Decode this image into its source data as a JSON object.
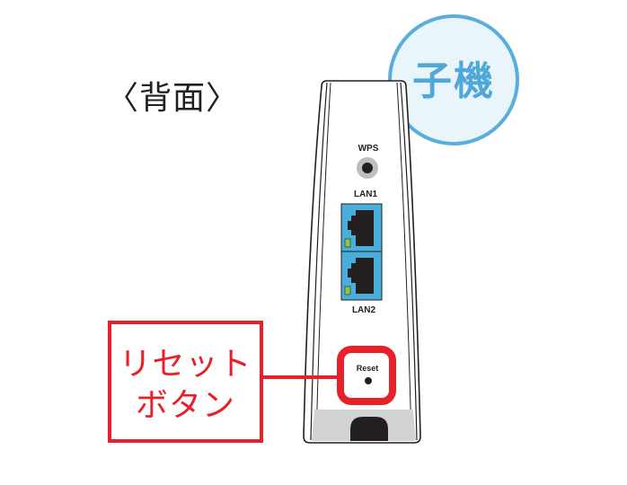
{
  "title": "〈背面〉",
  "badge": {
    "label": "子機",
    "color": "#5aaedb",
    "fill": "#eaf4fb"
  },
  "device": {
    "wps_label": "WPS",
    "lan1_label": "LAN1",
    "lan2_label": "LAN2",
    "reset_label": "Reset",
    "port_color": "#4aaedb",
    "led_color": "#8dc63f"
  },
  "callout": {
    "line1": "リセット",
    "line2": "ボタン",
    "color": "#e8202a"
  }
}
